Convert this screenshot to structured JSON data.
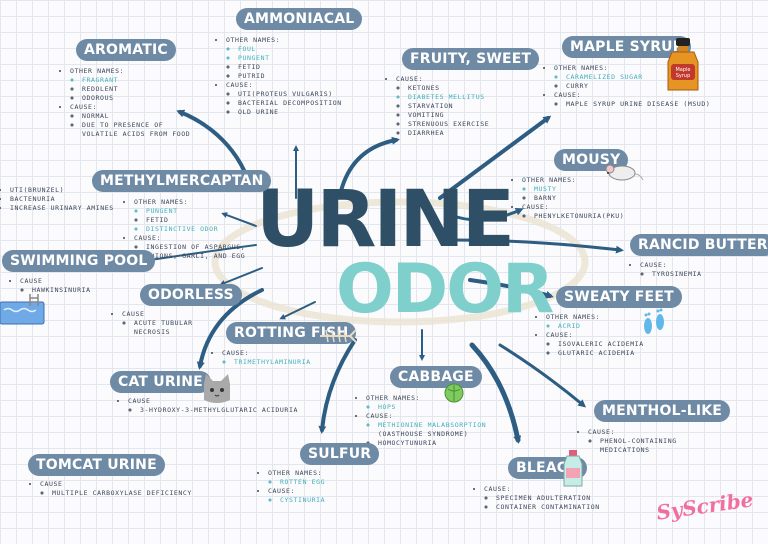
{
  "title": {
    "line1": "URINE",
    "line2": "ODOR"
  },
  "brand": "SyScribe",
  "odors": {
    "ammoniacal": {
      "title": "AMMONIACAL",
      "other_label": "OTHER NAMES:",
      "names": [
        "FOUL",
        "PUNGENT",
        "FETID",
        "PUTRID"
      ],
      "cause_label": "CAUSE:",
      "causes": [
        "UTI(PROTEUS VULGARIS)",
        "BACTERIAL DECOMPOSITION",
        "OLD URINE"
      ]
    },
    "aromatic": {
      "title": "AROMATIC",
      "other_label": "OTHER NAMES:",
      "names": [
        "FRAGRANT",
        "REDOLENT",
        "ODOROUS"
      ],
      "cause_label": "CAUSE:",
      "causes": [
        "NORMAL",
        "DUE TO PRESENCE OF VOLATILE ACIDS FROM FOOD"
      ]
    },
    "fruity": {
      "title": "FRUITY, SWEET",
      "cause_label": "CAUSE:",
      "causes": [
        "KETONES",
        "DIABETES MELLITUS",
        "STARVATION",
        "VOMITING",
        "STRENUOUS EXERCISE",
        "DIARRHEA"
      ]
    },
    "maple": {
      "title": "MAPLE SYRUP",
      "other_label": "OTHER NAMES:",
      "names": [
        "CARAMELIZED SUGAR",
        "CURRY"
      ],
      "cause_label": "CAUSE:",
      "causes": [
        "MAPLE SYRUP URINE DISEASE (MSUD)"
      ],
      "bottle_label": "Maple Syrup"
    },
    "mousy": {
      "title": "MOUSY",
      "other_label": "OTHER NAMES:",
      "names": [
        "MUSTY",
        "BARNY"
      ],
      "cause_label": "CAUSE:",
      "causes": [
        "PHENYLKETONURIA(PKU)"
      ]
    },
    "methyl": {
      "title": "METHYLMERCAPTAN",
      "other_label": "OTHER NAMES:",
      "names": [
        "PUNGENT",
        "FETID",
        "DISTINCTIVE ODOR"
      ],
      "cause_label": "CAUSE:",
      "causes": [
        "INGESTION OF ASPARGUS, ONIONS, GARLI, AND EGG"
      ]
    },
    "swimming": {
      "title": "SWIMMING POOL",
      "pre": [
        "UTI(BRUNZEL)",
        "BACTENURIA",
        "INCREASE URINARY AMINES"
      ],
      "cause_label": "CAUSE",
      "causes": [
        "HAWKINSINURIA"
      ]
    },
    "rancid": {
      "title": "RANCID BUTTER",
      "cause_label": "CAUSE:",
      "causes": [
        "TYROSINEMIA"
      ]
    },
    "odorless": {
      "title": "ODORLESS",
      "cause_label": "CAUSE",
      "causes": [
        "ACUTE TUBULAR NECROSIS"
      ]
    },
    "rotting": {
      "title": "ROTTING FISH",
      "cause_label": "CAUSE:",
      "causes": [
        "TRIMETHYLAMINURIA"
      ]
    },
    "sweaty": {
      "title": "SWEATY FEET",
      "other_label": "OTHER NAMES:",
      "names": [
        "ACRID"
      ],
      "cause_label": "CAUSE:",
      "causes": [
        "ISOVALERIC ACIDEMIA",
        "GLUTARIC ACIDEMIA"
      ]
    },
    "cat": {
      "title": "CAT URINE",
      "cause_label": "CAUSE",
      "causes": [
        "3-HYDROXY-3-METHYLGLUTARIC ACIDURIA"
      ]
    },
    "cabbage": {
      "title": "CABBAGE",
      "other_label": "OTHER NAMES:",
      "names": [
        "HOPS"
      ],
      "cause_label": "CAUSE:",
      "causes": [
        "METHIONINE MALABSORPTION",
        "(OASTHOUSE SYNDROME)",
        "HOMOCYTUNURIA"
      ]
    },
    "menthol": {
      "title": "MENTHOL-LIKE",
      "cause_label": "CAUSE:",
      "causes": [
        "PHENOL-CONTAINING MEDICATIONS"
      ]
    },
    "tomcat": {
      "title": "TOMCAT URINE",
      "cause_label": "CAUSE",
      "causes": [
        "MULTIPLE CARBOXYLASE DEFICIENCY"
      ]
    },
    "sulfur": {
      "title": "SULFUR",
      "other_label": "OTHER NAMES:",
      "names": [
        "ROTTEN EGG"
      ],
      "cause_label": "CAUSE:",
      "causes": [
        "CYSTINURIA"
      ]
    },
    "bleach": {
      "title": "BLEACH",
      "cause_label": "CAUSE:",
      "causes": [
        "SPECIMEN ADULTERATION",
        "CONTAINER CONTAMINATION"
      ]
    }
  },
  "colors": {
    "pill": "#6f8aa4",
    "accent": "#3fb0ba",
    "arrow": "#2d5d82",
    "title": "#2e4f66",
    "title2": "#7fd0cc"
  }
}
